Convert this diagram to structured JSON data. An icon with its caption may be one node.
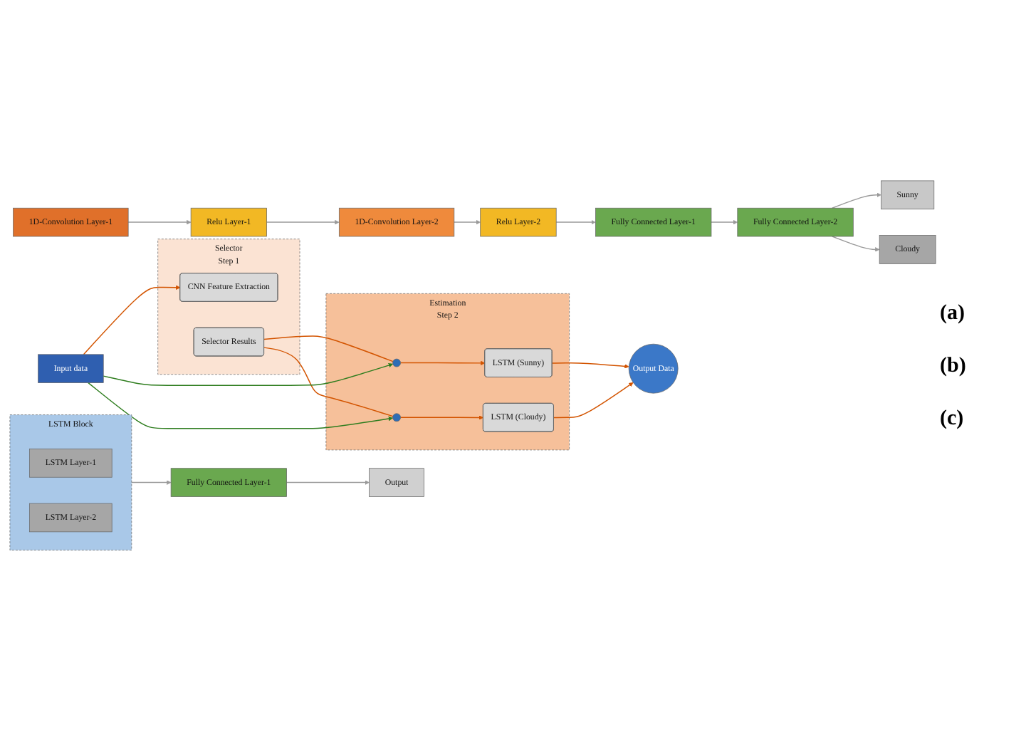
{
  "diagram": {
    "nodes": [
      {
        "text": [
          "1D-Convolution Layer-1"
        ]
      },
      {
        "text": [
          "Relu Layer-1"
        ]
      },
      {
        "text": [
          "1D-Convolution Layer-2"
        ]
      },
      {
        "text": [
          "Relu Layer-2"
        ]
      },
      {
        "text": [
          "Fully Connected Layer-1"
        ]
      },
      {
        "text": [
          "Fully Connected Layer-2"
        ]
      },
      {
        "text": [
          "Sunny"
        ]
      },
      {
        "text": [
          "Cloudy"
        ]
      },
      {
        "text": [
          "LSTM Block"
        ]
      },
      {
        "text": [
          "LSTM Layer-1"
        ],
        "in": 8
      },
      {
        "text": [
          "LSTM Layer-2"
        ],
        "in": 8
      },
      {
        "text": [
          "Fully Connected Layer-1"
        ]
      },
      {
        "text": [
          "Output"
        ]
      },
      {
        "text": [
          "Selector",
          "Step 1"
        ]
      },
      {
        "text": [
          "Estimation",
          "Step 2"
        ]
      },
      {
        "text": [
          "Input data"
        ]
      },
      {
        "text": [
          "CNN Feature Extraction"
        ],
        "in": 13
      },
      {
        "text": [
          "Selector Results"
        ],
        "in": 13
      },
      {
        "text": [],
        "shape": "circle",
        "in": 14
      },
      {
        "text": [],
        "shape": "circle",
        "in": 14
      },
      {
        "text": [
          "LSTM (Sunny)"
        ],
        "in": 14
      },
      {
        "text": [
          "LSTM (Cloudy)"
        ],
        "in": 14
      },
      {
        "text": [
          "Output Data"
        ]
      }
    ],
    "edges": [
      {
        "from": 0,
        "to": 1,
        "arrow": "to"
      },
      {
        "from": 1,
        "to": 2,
        "arrow": "to"
      },
      {
        "from": 2,
        "to": 3,
        "arrow": "to"
      },
      {
        "from": 3,
        "to": 4,
        "arrow": "to"
      },
      {
        "from": 4,
        "to": 5,
        "arrow": "to"
      },
      {
        "from": 5,
        "to": 6,
        "arrow": "to"
      },
      {
        "from": 5,
        "to": 7,
        "arrow": "to"
      },
      {
        "from": 8,
        "to": 11,
        "arrow": "to"
      },
      {
        "from": 11,
        "to": 12,
        "arrow": "to"
      },
      {
        "from": 15,
        "to": 16,
        "arrow": "to",
        "color": "#d35400"
      },
      {
        "from": 17,
        "to": 18,
        "arrow": "none",
        "color": "#d35400"
      },
      {
        "from": 17,
        "to": 19,
        "arrow": "none",
        "color": "#d35400"
      },
      {
        "from": 15,
        "to": 18,
        "arrow": "to",
        "color": "#2e7d1e"
      },
      {
        "from": 15,
        "to": 19,
        "arrow": "to",
        "color": "#2e7d1e"
      },
      {
        "from": 18,
        "to": 20,
        "arrow": "to",
        "color": "#d35400"
      },
      {
        "from": 19,
        "to": 21,
        "arrow": "to",
        "color": "#d35400"
      },
      {
        "from": 20,
        "to": 22,
        "arrow": "to",
        "color": "#d35400"
      },
      {
        "from": 21,
        "to": 22,
        "arrow": "to",
        "color": "#d35400"
      }
    ],
    "labels": [
      "(a)",
      "(b)",
      "(c)"
    ]
  }
}
